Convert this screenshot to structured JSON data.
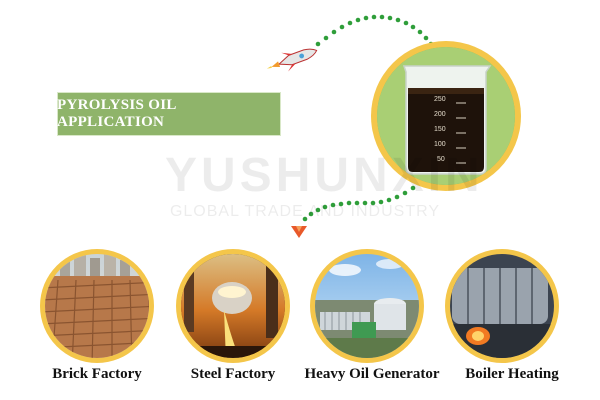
{
  "title": "PYROLYSIS OIL APPLICATION",
  "watermark": {
    "brand": "YUSHUNXIN",
    "tagline": "GLOBAL TRADE AND INDUSTRY"
  },
  "beaker": {
    "marks": [
      "250",
      "200",
      "150",
      "100",
      "50"
    ]
  },
  "applications": [
    {
      "label": "Brick Factory"
    },
    {
      "label": "Steel Factory"
    },
    {
      "label": "Heavy Oil Generator"
    },
    {
      "label": "Boiler Heating"
    }
  ],
  "colors": {
    "accent_green": "#8fb46a",
    "ring_yellow": "#f4c64a",
    "dot_green": "#2f9e3a",
    "oil": "#1e120a"
  }
}
